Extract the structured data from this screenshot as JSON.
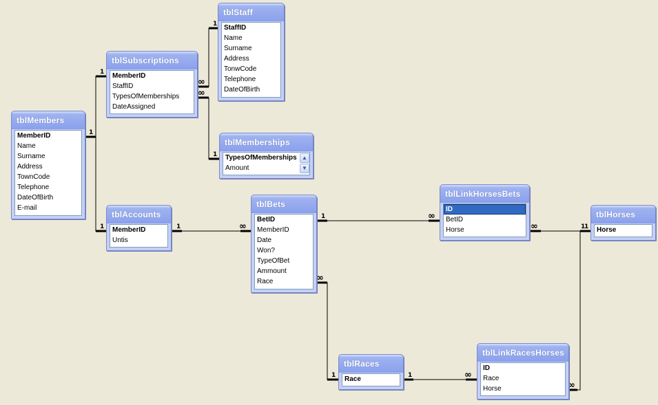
{
  "tables": {
    "staff": {
      "title": "tblStaff",
      "fields": [
        "StaffID",
        "Name",
        "Surname",
        "Address",
        "TonwCode",
        "Telephone",
        "DateOfBirth"
      ]
    },
    "subscriptions": {
      "title": "tblSubscriptions",
      "fields": [
        "MemberID",
        "StaffID",
        "TypesOfMemberships",
        "DateAssigned"
      ]
    },
    "members": {
      "title": "tblMembers",
      "fields": [
        "MemberID",
        "Name",
        "Surname",
        "Address",
        "TownCode",
        "Telephone",
        "DateOfBirth",
        "E-mail"
      ]
    },
    "memberships": {
      "title": "tblMemberships",
      "fields": [
        "TypesOfMemberships",
        "Amount"
      ]
    },
    "accounts": {
      "title": "tblAccounts",
      "fields": [
        "MemberID",
        "Untis"
      ]
    },
    "bets": {
      "title": "tblBets",
      "fields": [
        "BetID",
        "MemberID",
        "Date",
        "Won?",
        "TypeOfBet",
        "Ammount",
        "Race"
      ]
    },
    "linkhorsesbets": {
      "title": "tblLinkHorsesBets",
      "fields": [
        "ID",
        "BetID",
        "Horse"
      ]
    },
    "horses": {
      "title": "tblHorses",
      "fields": [
        "Horse"
      ]
    },
    "races": {
      "title": "tblRaces",
      "fields": [
        "Race"
      ]
    },
    "linkraceshorses": {
      "title": "tblLinkRacesHorses",
      "fields": [
        "ID",
        "Race",
        "Horse"
      ]
    }
  },
  "cardinality": {
    "one": "1",
    "many": "∞"
  },
  "icons": {
    "scroll_up": "scroll-up-icon",
    "scroll_down": "scroll-down-icon"
  },
  "colors": {
    "background": "#ece9d8",
    "title_bar": "#8aa0ec",
    "selection": "#316ac5"
  }
}
